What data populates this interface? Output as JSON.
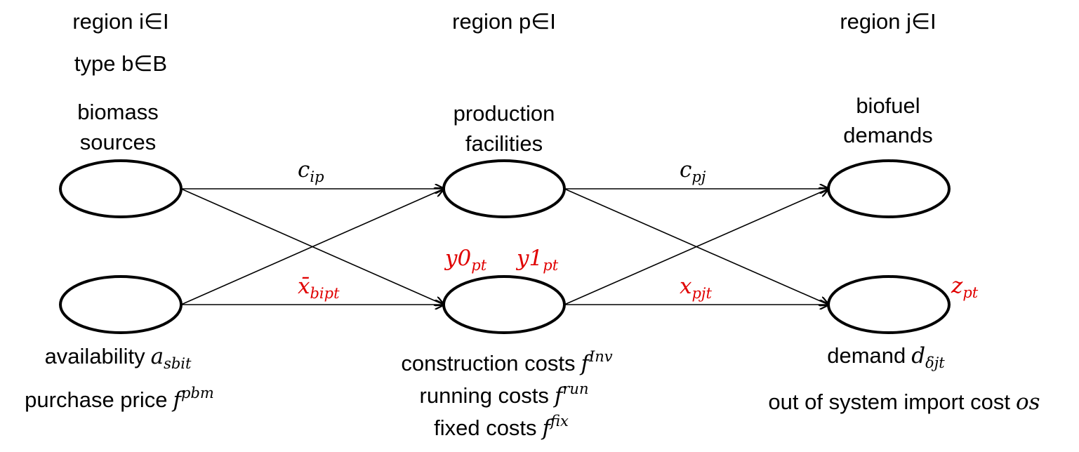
{
  "columns": {
    "source": {
      "region": "region i∈I",
      "type": "type b∈B",
      "title_line1": "biomass",
      "title_line2": "sources",
      "params": [
        {
          "label": "availability",
          "sym": "a",
          "sub": "sbit"
        },
        {
          "label": "purchase price",
          "sym": "f",
          "sup": "pbm"
        }
      ]
    },
    "facility": {
      "region": "region p∈I",
      "title_line1": "production",
      "title_line2": "facilities",
      "vars": [
        {
          "sym": "y0",
          "sub": "pt"
        },
        {
          "sym": "y1",
          "sub": "pt"
        }
      ],
      "params": [
        {
          "label": "construction costs",
          "sym": "f",
          "sup": "Inv"
        },
        {
          "label": "running costs",
          "sym": "f",
          "sup": "run"
        },
        {
          "label": "fixed costs",
          "sym": "f",
          "sup": "fix"
        }
      ]
    },
    "demand": {
      "region": "region j∈I",
      "title_line1": "biofuel",
      "title_line2": "demands",
      "var": {
        "sym": "z",
        "sub": "pt"
      },
      "params": [
        {
          "label": "demand",
          "sym": "d",
          "sub": "δjt"
        },
        {
          "label": "out of system import cost",
          "sym": "os"
        }
      ]
    }
  },
  "edges": {
    "cost_ip": {
      "sym": "c",
      "sub": "ip"
    },
    "flow_bipt": {
      "sym": "x̄",
      "sub": "bipt"
    },
    "cost_pj": {
      "sym": "c",
      "sub": "pj"
    },
    "flow_pjt": {
      "sym": "x",
      "sub": "pjt"
    }
  },
  "colors": {
    "variable": "#e00000",
    "stroke": "#000000"
  }
}
